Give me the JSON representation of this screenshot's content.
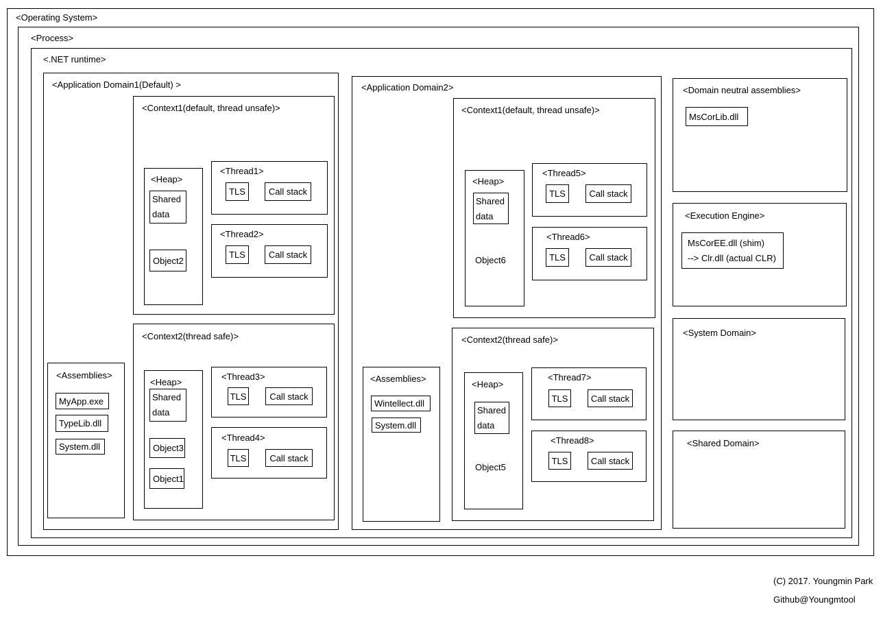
{
  "os_label": "<Operating System>",
  "process_label": "<Process>",
  "runtime_label": "<.NET runtime>",
  "app_domains": [
    {
      "label": "<Application Domain1(Default) >",
      "assemblies": {
        "label": "<Assemblies>",
        "items": [
          "MyApp.exe",
          "TypeLib.dll",
          "System.dll"
        ]
      },
      "contexts": [
        {
          "label": "<Context1(default, thread unsafe)>",
          "heap": {
            "label": "<Heap>",
            "shared_data": "Shared data",
            "objects": [
              "Object2"
            ]
          },
          "threads": [
            {
              "label": "<Thread1>",
              "tls": "TLS",
              "call_stack": "Call stack"
            },
            {
              "label": "<Thread2>",
              "tls": "TLS",
              "call_stack": "Call stack"
            }
          ]
        },
        {
          "label": "<Context2(thread safe)>",
          "heap": {
            "label": "<Heap>",
            "shared_data": "Shared data",
            "objects": [
              "Object3",
              "Object1"
            ]
          },
          "threads": [
            {
              "label": "<Thread3>",
              "tls": "TLS",
              "call_stack": "Call stack"
            },
            {
              "label": "<Thread4>",
              "tls": "TLS",
              "call_stack": "Call stack"
            }
          ]
        }
      ]
    },
    {
      "label": "<Application Domain2>",
      "assemblies": {
        "label": "<Assemblies>",
        "items": [
          "Wintellect.dll",
          "System.dll"
        ]
      },
      "contexts": [
        {
          "label": "<Context1(default, thread unsafe)>",
          "heap": {
            "label": "<Heap>",
            "shared_data": "Shared data",
            "loose_objects": [
              "Object6"
            ]
          },
          "threads": [
            {
              "label": "<Thread5>",
              "tls": "TLS",
              "call_stack": "Call stack"
            },
            {
              "label": "<Thread6>",
              "tls": "TLS",
              "call_stack": "Call stack"
            }
          ]
        },
        {
          "label": "<Context2(thread safe)>",
          "heap": {
            "label": "<Heap>",
            "shared_data": "Shared data",
            "loose_objects": [
              "Object5"
            ]
          },
          "threads": [
            {
              "label": "<Thread7>",
              "tls": "TLS",
              "call_stack": "Call stack"
            },
            {
              "label": "<Thread8>",
              "tls": "TLS",
              "call_stack": "Call stack"
            }
          ]
        }
      ]
    }
  ],
  "runtime_areas": {
    "domain_neutral": {
      "label": "<Domain neutral assemblies>",
      "items": [
        "MsCorLib.dll"
      ]
    },
    "execution_engine": {
      "label": "<Execution Engine>",
      "box_line1": "MsCorEE.dll (shim)",
      "box_line2": "--> Clr.dll (actual CLR)"
    },
    "system_domain": {
      "label": "<System Domain>"
    },
    "shared_domain": {
      "label": "<Shared Domain>"
    }
  },
  "credits": {
    "line1": "(C) 2017. Youngmin Park",
    "line2": "Github@Youngmtool"
  },
  "colors": {
    "line": "#000000",
    "background": "#ffffff"
  }
}
